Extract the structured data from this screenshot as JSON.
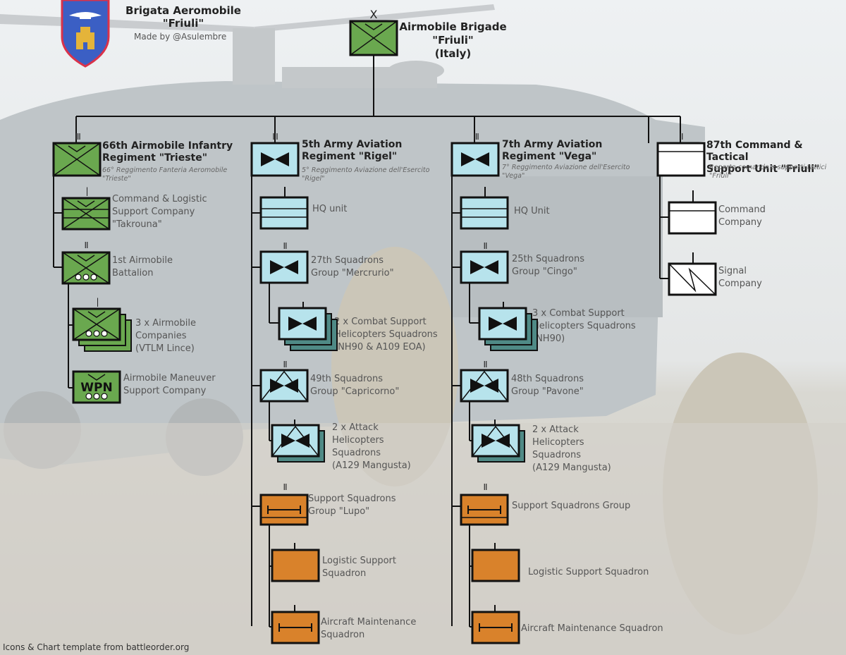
{
  "header": {
    "title": "Brigata Aeromobile\n\"Friuli\"",
    "credit": "Made by @Asulembre"
  },
  "root": {
    "echelon": "X",
    "name": "Airmobile Brigade\n\"Friuli\"\n(Italy)"
  },
  "regiments": [
    {
      "echelon": "III",
      "name": "66th Airmobile Infantry\nRegiment \"Trieste\"",
      "subtitle": "66° Reggimento Fanteria Aeromobile\n\"Trieste\"",
      "units": [
        {
          "echelon": "I",
          "label": "Command & Logistic\nSupport Company\n\"Takrouna\""
        },
        {
          "echelon": "II",
          "label": "1st Airmobile\nBattalion"
        },
        {
          "echelon": "I",
          "label": "3 x Airmobile\nCompanies\n(VTLM Lince)"
        },
        {
          "echelon": "",
          "label": "Airmobile Maneuver\nSupport Company",
          "symbol_text": "WPN"
        }
      ]
    },
    {
      "echelon": "III",
      "name": "5th Army Aviation\nRegiment \"Rigel\"",
      "subtitle": "5° Reggimento Aviazione dell'Esercito\n\"Rigel\"",
      "units": [
        {
          "echelon": "",
          "label": "HQ unit"
        },
        {
          "echelon": "II",
          "label": "27th Squadrons\nGroup \"Mercrurio\""
        },
        {
          "echelon": "I",
          "label": "2 x Combat Support\nHelicopters Squadrons\n(NH90 & A109 EOA)"
        },
        {
          "echelon": "II",
          "label": "49th Squadrons\nGroup \"Capricorno\""
        },
        {
          "echelon": "I",
          "label": "2 x Attack\nHelicopters\nSquadrons\n(A129 Mangusta)"
        },
        {
          "echelon": "II",
          "label": "Support Squadrons\nGroup \"Lupo\""
        },
        {
          "echelon": "I",
          "label": "Logistic Support\nSquadron"
        },
        {
          "echelon": "I",
          "label": "Aircraft Maintenance\nSquadron"
        }
      ]
    },
    {
      "echelon": "III",
      "name": "7th Army Aviation\nRegiment \"Vega\"",
      "subtitle": "7° Reggimento Aviazione dell'Esercito\n\"Vega\"",
      "units": [
        {
          "echelon": "",
          "label": "HQ Unit"
        },
        {
          "echelon": "II",
          "label": "25th Squadrons\nGroup \"Cingo\""
        },
        {
          "echelon": "I",
          "label": "3 x Combat Support\nHelicopters Squadrons\n(NH90)"
        },
        {
          "echelon": "II",
          "label": "48th Squadrons\nGroup \"Pavone\""
        },
        {
          "echelon": "I",
          "label": "2 x Attack\nHelicopters\nSquadrons\n(A129 Mangusta)"
        },
        {
          "echelon": "II",
          "label": "Support Squadrons Group"
        },
        {
          "echelon": "I",
          "label": "Logistic Support Squadron"
        },
        {
          "echelon": "I",
          "label": "Aircraft Maintenance Squadron"
        }
      ]
    },
    {
      "echelon": "II",
      "name": "87th Command & Tactical\nSupport Unit \"Friuli\"",
      "subtitle": "Reparto comando e supporti tattici\n\"Friuli\"",
      "units": [
        {
          "echelon": "I",
          "label": "Command\nCompany"
        },
        {
          "echelon": "I",
          "label": "Signal\nCompany"
        }
      ]
    }
  ],
  "footer": "Icons & Chart template from battleorder.org",
  "colors": {
    "infantry_green": "#6aa84f",
    "aviation_blue": "#b7e3ec",
    "aviation_teal": "#4f8a86",
    "support_orange": "#d9822b",
    "frame": "#111111",
    "line": "#111111"
  }
}
